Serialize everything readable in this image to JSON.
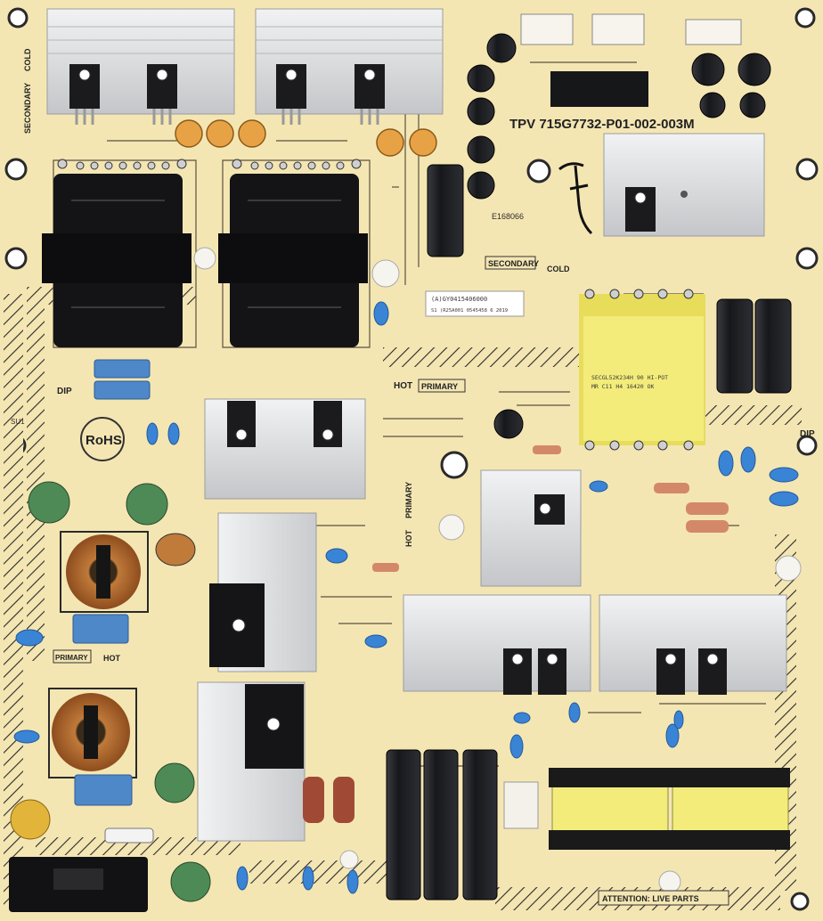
{
  "board": {
    "model": "TPV 715G7732-P01-002-003M",
    "cert_mark": "E168066",
    "barcode_text": "(A)GY0415406000",
    "barcode_sub": "S1 (R25A001 0545458 6 2019",
    "rohs": "RoHS",
    "attention": "ATTENTION: LIVE PARTS",
    "labels": {
      "secondary_cold_top": "SECONDARY",
      "cold_top": "COLD",
      "secondary_cold_mid": "SECONDARY",
      "cold_mid": "COLD",
      "hot_primary_mid": "HOT",
      "primary_mid": "PRIMARY",
      "primary_vert": "PRIMARY",
      "hot_vert": "HOT",
      "primary_hot_left": "PRIMARY",
      "hot_left": "HOT",
      "dip_left": "DIP",
      "dip_right": "DIP",
      "su1": "SU1"
    },
    "transformer_text": [
      "SECGL52K234H   90   HI-POT",
      "MR     C11 H4   16420   OK"
    ]
  },
  "colors": {
    "pcb": "#f4e6b3",
    "heatsink": "#d9dadc",
    "capacitor_dark": "#1e1f22",
    "transformer_yellow": "#f3ec7a",
    "copper": "#b5692c",
    "blue_cap": "#3a84d6",
    "green_varistor": "#4e8a55"
  }
}
